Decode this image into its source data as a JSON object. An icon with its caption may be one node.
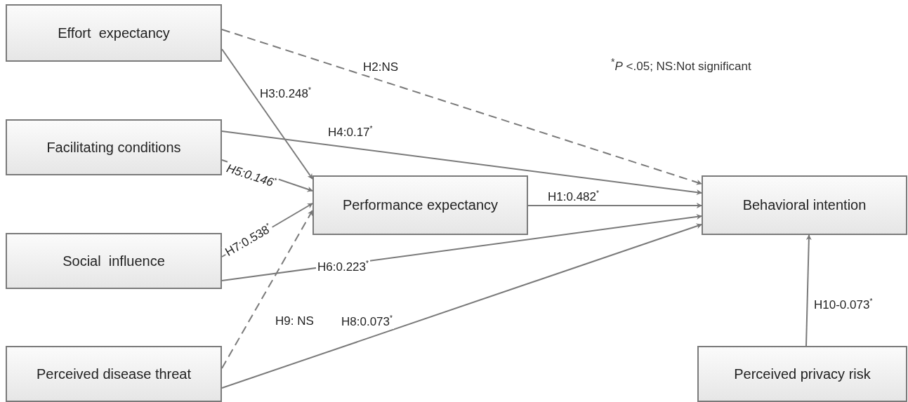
{
  "diagram": {
    "nodes": [
      {
        "text": [
          "Effort  expectancy"
        ]
      },
      {
        "text": [
          "Facilitating conditions"
        ]
      },
      {
        "text": [
          "Performance expectancy"
        ]
      },
      {
        "text": [
          "Social  influence"
        ]
      },
      {
        "text": [
          "Perceived disease threat"
        ]
      },
      {
        "text": [
          "Behavioral intention"
        ]
      },
      {
        "text": [
          "Perceived privacy risk"
        ]
      }
    ],
    "edges": [
      {
        "from": 0,
        "to": 5,
        "arrow": "to",
        "label": "H2:NS",
        "style": "dashed"
      },
      {
        "from": 0,
        "to": 2,
        "arrow": "to",
        "label": "H3:0.248$^{*}$"
      },
      {
        "from": 1,
        "to": 5,
        "arrow": "to",
        "label": "H4:0.17$^{*}$"
      },
      {
        "from": 1,
        "to": 2,
        "arrow": "to",
        "label": "*H5:0.146*$^{*}$"
      },
      {
        "from": 2,
        "to": 5,
        "arrow": "to",
        "label": "H1:0.482$^{*}$"
      },
      {
        "from": 3,
        "to": 2,
        "arrow": "to",
        "label": "H7:0.538$^{*}$"
      },
      {
        "from": 3,
        "to": 5,
        "arrow": "to",
        "label": "H6:0.223$^{*}$"
      },
      {
        "from": 4,
        "to": 2,
        "arrow": "to",
        "label": "H9: NS",
        "style": "dashed"
      },
      {
        "from": 4,
        "to": 5,
        "arrow": "to",
        "label": "H8:0.073$^{*}$"
      },
      {
        "from": 6,
        "to": 5,
        "arrow": "to",
        "label": "H10-0.073$^{*}$"
      }
    ],
    "labels": [
      "$^{*}$*P* <.05; NS:Not significant"
    ]
  }
}
